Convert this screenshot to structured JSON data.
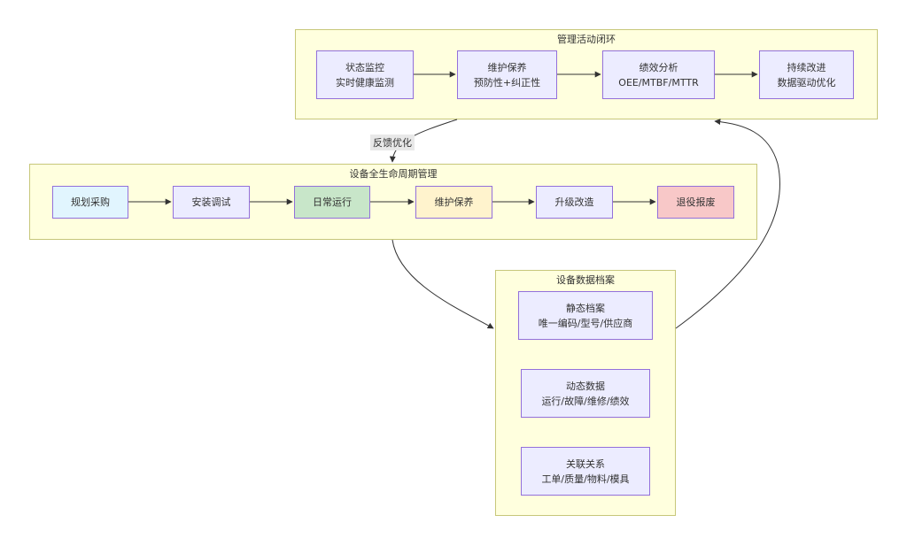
{
  "groups": {
    "closed_loop": {
      "title": "管理活动闭环"
    },
    "lifecycle": {
      "title": "设备全生命周期管理"
    },
    "archive": {
      "title": "设备数据档案"
    }
  },
  "loop_nodes": [
    {
      "line1": "状态监控",
      "line2": "实时健康监测"
    },
    {
      "line1": "维护保养",
      "line2": "预防性+纠正性"
    },
    {
      "line1": "绩效分析",
      "line2": "OEE/MTBF/MTTR"
    },
    {
      "line1": "持续改进",
      "line2": "数据驱动优化"
    }
  ],
  "lifecycle_nodes": [
    {
      "label": "规划采购",
      "color": "#e1f5fe"
    },
    {
      "label": "安装调试",
      "color": "#ececff"
    },
    {
      "label": "日常运行",
      "color": "#c8e6c9"
    },
    {
      "label": "维护保养",
      "color": "#fff3cd"
    },
    {
      "label": "升级改造",
      "color": "#ececff"
    },
    {
      "label": "退役报废",
      "color": "#f8c8c8"
    }
  ],
  "archive_nodes": [
    {
      "line1": "静态档案",
      "line2": "唯一编码/型号/供应商"
    },
    {
      "line1": "动态数据",
      "line2": "运行/故障/维修/绩效"
    },
    {
      "line1": "关联关系",
      "line2": "工单/质量/物料/模具"
    }
  ],
  "edge_labels": {
    "feedback": "反馈优化"
  }
}
